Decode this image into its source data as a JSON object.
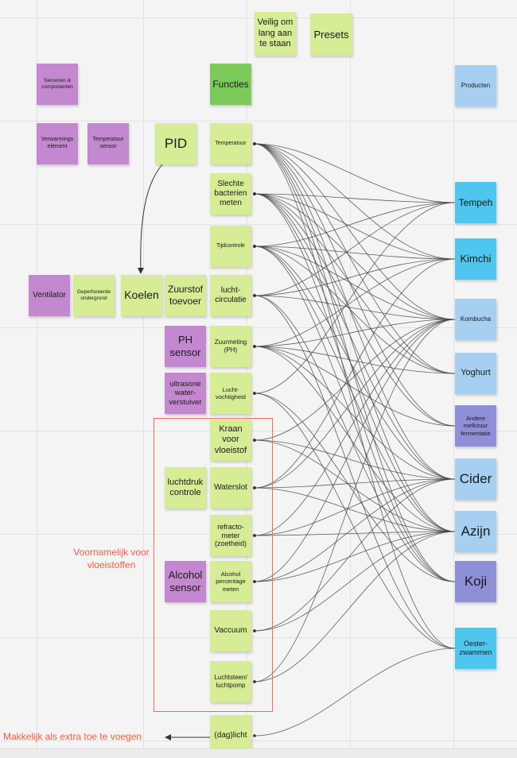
{
  "top": {
    "safe_long": "Veilig om lang aan te staan",
    "presets": "Presets"
  },
  "headers": {
    "sensors": "Sensoren & componenten",
    "functions": "Functies",
    "products": "Producten"
  },
  "components": {
    "heating": "Verwarmings element",
    "temp_sensor": "Temperatuur sensor",
    "pid": "PID",
    "ventilator": "Ventilator",
    "perforated": "Geperforeerde ondergrond",
    "cooling": "Koelen",
    "oxygen": "Zuurstof toevoer",
    "ph_sensor": "PH sensor",
    "ultrasonic": "ultrasone water-verstuiver",
    "airpressure": "luchtdruk controle",
    "alcohol_sensor": "Alcohol sensor"
  },
  "functions": [
    "Temperatuur",
    "Slechte bacterien meten",
    "Tijdcontrole",
    "lucht-circulatie",
    "Zuurmeting (PH)",
    "Lucht-vochtigheid",
    "Kraan voor vloeistof",
    "Waterslot",
    "refracto-meter (zoetheid)",
    "Alcohol percentage meten",
    "Vaccuum",
    "Luchtsteen/ luchtpomp",
    "(dag)licht"
  ],
  "products": [
    "Tempeh",
    "Kimchi",
    "Kombucha",
    "Yoghurt",
    "Andere melkzuur fermentatie",
    "Cider",
    "Azijn",
    "Koji",
    "Oester-zwammen"
  ],
  "annotations": {
    "liquids": "Voornamelijk voor vloeistoffen",
    "extra": "Makkelijk als extra toe te voegen"
  },
  "colors": {
    "function_note": "#d6ec95",
    "functions_header": "#7ccb5a",
    "component_note": "#c388cf",
    "product_light": "#a6cff1",
    "product_cyan": "#4fc6ee",
    "product_indigo": "#8f8fd8",
    "annotation": "#f25a3c"
  },
  "links": [
    [
      0,
      0
    ],
    [
      0,
      1
    ],
    [
      0,
      2
    ],
    [
      0,
      3
    ],
    [
      0,
      4
    ],
    [
      0,
      5
    ],
    [
      0,
      6
    ],
    [
      0,
      7
    ],
    [
      0,
      8
    ],
    [
      1,
      0
    ],
    [
      1,
      1
    ],
    [
      1,
      2
    ],
    [
      1,
      3
    ],
    [
      1,
      4
    ],
    [
      1,
      5
    ],
    [
      1,
      6
    ],
    [
      1,
      7
    ],
    [
      2,
      0
    ],
    [
      2,
      1
    ],
    [
      2,
      2
    ],
    [
      2,
      3
    ],
    [
      2,
      5
    ],
    [
      2,
      6
    ],
    [
      2,
      7
    ],
    [
      3,
      0
    ],
    [
      3,
      1
    ],
    [
      3,
      2
    ],
    [
      3,
      7
    ],
    [
      3,
      8
    ],
    [
      4,
      1
    ],
    [
      4,
      2
    ],
    [
      4,
      3
    ],
    [
      4,
      4
    ],
    [
      4,
      5
    ],
    [
      4,
      6
    ],
    [
      5,
      0
    ],
    [
      5,
      7
    ],
    [
      5,
      8
    ],
    [
      6,
      2
    ],
    [
      6,
      5
    ],
    [
      6,
      6
    ],
    [
      7,
      1
    ],
    [
      7,
      2
    ],
    [
      7,
      5
    ],
    [
      7,
      6
    ],
    [
      8,
      2
    ],
    [
      8,
      5
    ],
    [
      8,
      6
    ],
    [
      9,
      2
    ],
    [
      9,
      5
    ],
    [
      9,
      6
    ],
    [
      10,
      5
    ],
    [
      10,
      6
    ],
    [
      11,
      2
    ],
    [
      11,
      6
    ],
    [
      12,
      8
    ]
  ]
}
